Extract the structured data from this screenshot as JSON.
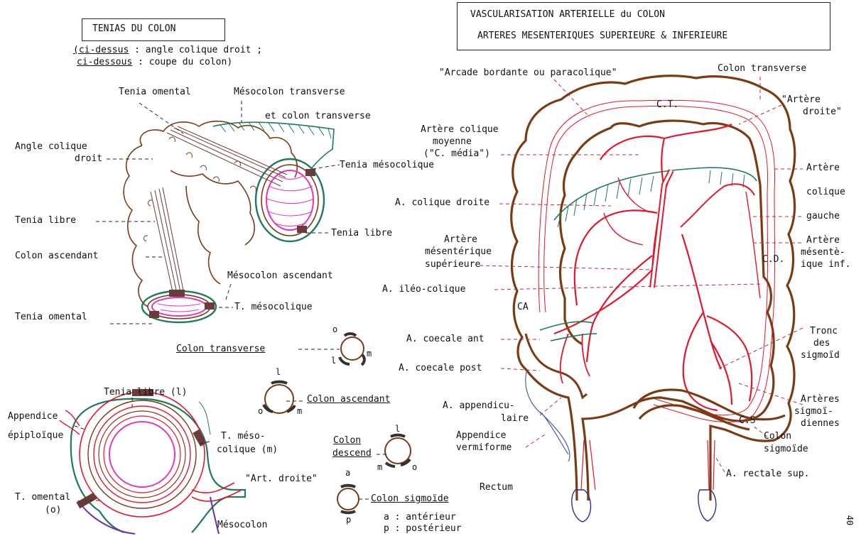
{
  "left_panel": {
    "title": "TENIAS DU COLON",
    "note_line1_prefix": "(ci-dessus",
    "note_line1_rest": " : angle colique droit ;",
    "note_line2_prefix": "ci-dessous",
    "note_line2_rest": " : coupe du colon)",
    "labels": {
      "tenia_omental_top": "Tenia omental",
      "mesocolon_transverse": "Mésocolon transverse",
      "et_colon_transverse": "et colon transverse",
      "angle_colique": "Angle colique",
      "droit": "droit",
      "tenia_mesocolique": "Tenia mésocolique",
      "tenia_libre_left": "Tenia libre",
      "tenia_libre_right": "Tenia libre",
      "colon_ascendant": "Colon ascendant",
      "mesocolon_ascendant": "Mésocolon ascendant",
      "t_mesocolique": "T. mésocolique",
      "tenia_omental_bottom": "Tenia omental"
    }
  },
  "sections": {
    "colon_transverse": "Colon transverse",
    "colon_ascendant": "Colon ascendant",
    "colon_descend_1": "Colon",
    "colon_descend_2": "descend",
    "colon_sigmoide": "Colon sigmoïde",
    "letter_o": "o",
    "letter_l": "l",
    "letter_m": "m",
    "letter_a": "a",
    "letter_p": "p",
    "legend_a": "a  : antérieur",
    "legend_p": "p  : postérieur"
  },
  "bottom_section": {
    "tenia_libre_l": "Tenia libre (l)",
    "appendice": "Appendice",
    "epiploique": "épiploïque",
    "t_meso": "T. méso-",
    "colique_m": "colique (m)",
    "art_droite": "\"Art. droite\"",
    "t_omental": "T. omental",
    "o_paren": "(o)",
    "mesocolon": "Mésocolon"
  },
  "right_panel": {
    "title_line1": "VASCULARISATION ARTERIELLE du COLON",
    "title_line2": "ARTERES MESENTERIQUES SUPERIEURE & INFERIEURE",
    "labels": {
      "arcade": "\"Arcade bordante ou paracolique\"",
      "colon_transverse": "Colon transverse",
      "artere_droite_1": "\"Artère",
      "artere_droite_2": "droite\"",
      "ct": "C.T.",
      "acm_1": "Artère colique",
      "acm_2": "moyenne",
      "acm_3": "(\"C. média\")",
      "artere": "Artère",
      "colique": "colique",
      "gauche": "gauche",
      "a_colique_droite": "A. colique droite",
      "ams_1": "Artère",
      "ams_2": "mésentérique",
      "ams_3": "supérieure",
      "ami_1": "Artère",
      "ami_2": "mésentè-",
      "ami_3": "ique inf.",
      "cd": "C.D.",
      "a_ileo": "A. iléo-colique",
      "ca": "CA",
      "a_coecale_ant": "A. coecale ant",
      "a_coecale_post": "A. coecale post",
      "tronc_1": "Tronc",
      "tronc_2": "des",
      "tronc_3": "sigmoïd",
      "a_appendic_1": "A. appendicu-",
      "a_appendic_2": "laire",
      "arteres_sig_1": "Artères",
      "arteres_sig_2": "sigmoï-",
      "arteres_sig_3": "diennes",
      "appendice_1": "Appendice",
      "appendice_2": "vermiforme",
      "cs": "C.S",
      "colon_sig_1": "Colon",
      "colon_sig_2": "sigmoïde",
      "rectum": "Rectum",
      "a_rectale": "A. rectale sup.",
      "page_num": "40"
    }
  }
}
